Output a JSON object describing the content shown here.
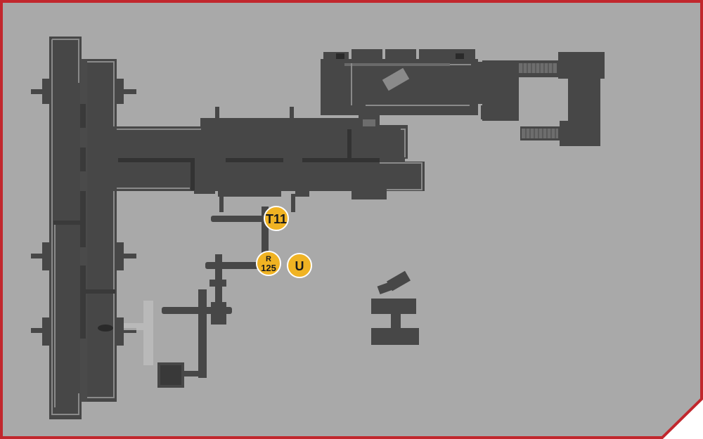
{
  "map": {
    "colors": {
      "background": "#a9a9a9",
      "frame": "#c1272d",
      "wall": "#474747",
      "floor": "#555555",
      "ghost": "#bdbdbd",
      "highlight": "#8a8a8a",
      "marker_fill": "#f0b323",
      "marker_stroke": "#ffffff"
    },
    "markers": [
      {
        "id": "t11",
        "label": "T11"
      },
      {
        "id": "r125",
        "label_top": "R",
        "label_bottom": "125"
      },
      {
        "id": "u",
        "label": "U"
      }
    ]
  }
}
